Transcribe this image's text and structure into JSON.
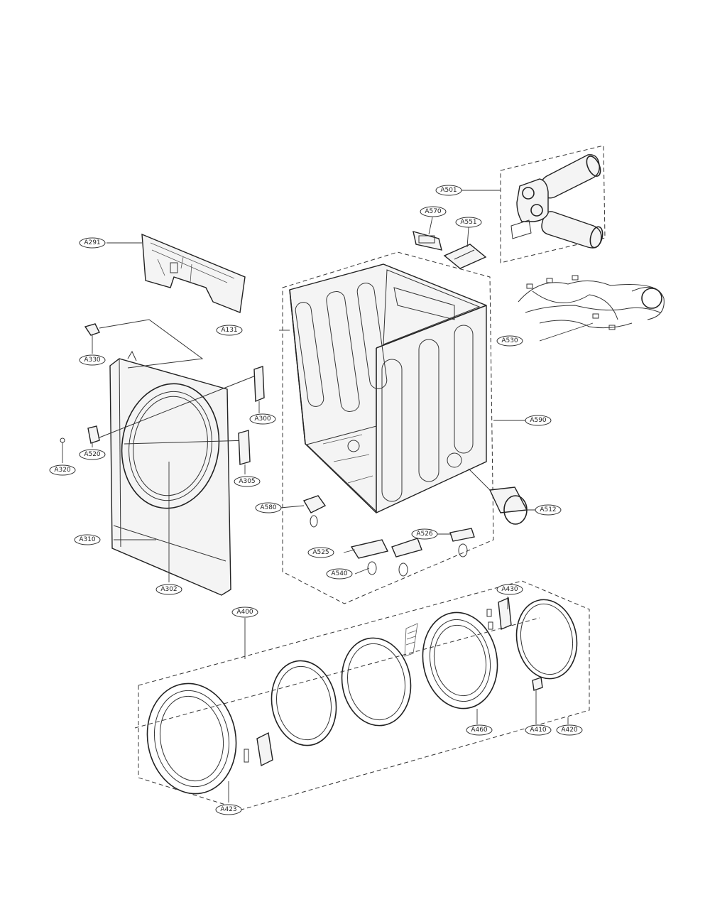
{
  "callouts": [
    {
      "id": "a501",
      "label": "A501"
    },
    {
      "id": "a570",
      "label": "A570"
    },
    {
      "id": "a551",
      "label": "A551"
    },
    {
      "id": "a291",
      "label": "A291"
    },
    {
      "id": "a131",
      "label": "A131"
    },
    {
      "id": "a530",
      "label": "A530"
    },
    {
      "id": "a330",
      "label": "A330"
    },
    {
      "id": "a590",
      "label": "A590"
    },
    {
      "id": "a300",
      "label": "A300"
    },
    {
      "id": "a320",
      "label": "A320"
    },
    {
      "id": "a520",
      "label": "A520"
    },
    {
      "id": "a305",
      "label": "A305"
    },
    {
      "id": "a580",
      "label": "A580"
    },
    {
      "id": "a512",
      "label": "A512"
    },
    {
      "id": "a310",
      "label": "A310"
    },
    {
      "id": "a525",
      "label": "A525"
    },
    {
      "id": "a526",
      "label": "A526"
    },
    {
      "id": "a540",
      "label": "A540"
    },
    {
      "id": "a302",
      "label": "A302"
    },
    {
      "id": "a430",
      "label": "A430"
    },
    {
      "id": "a400",
      "label": "A400"
    },
    {
      "id": "a460",
      "label": "A460"
    },
    {
      "id": "a410",
      "label": "A410"
    },
    {
      "id": "a420",
      "label": "A420"
    },
    {
      "id": "a423",
      "label": "A423"
    }
  ]
}
